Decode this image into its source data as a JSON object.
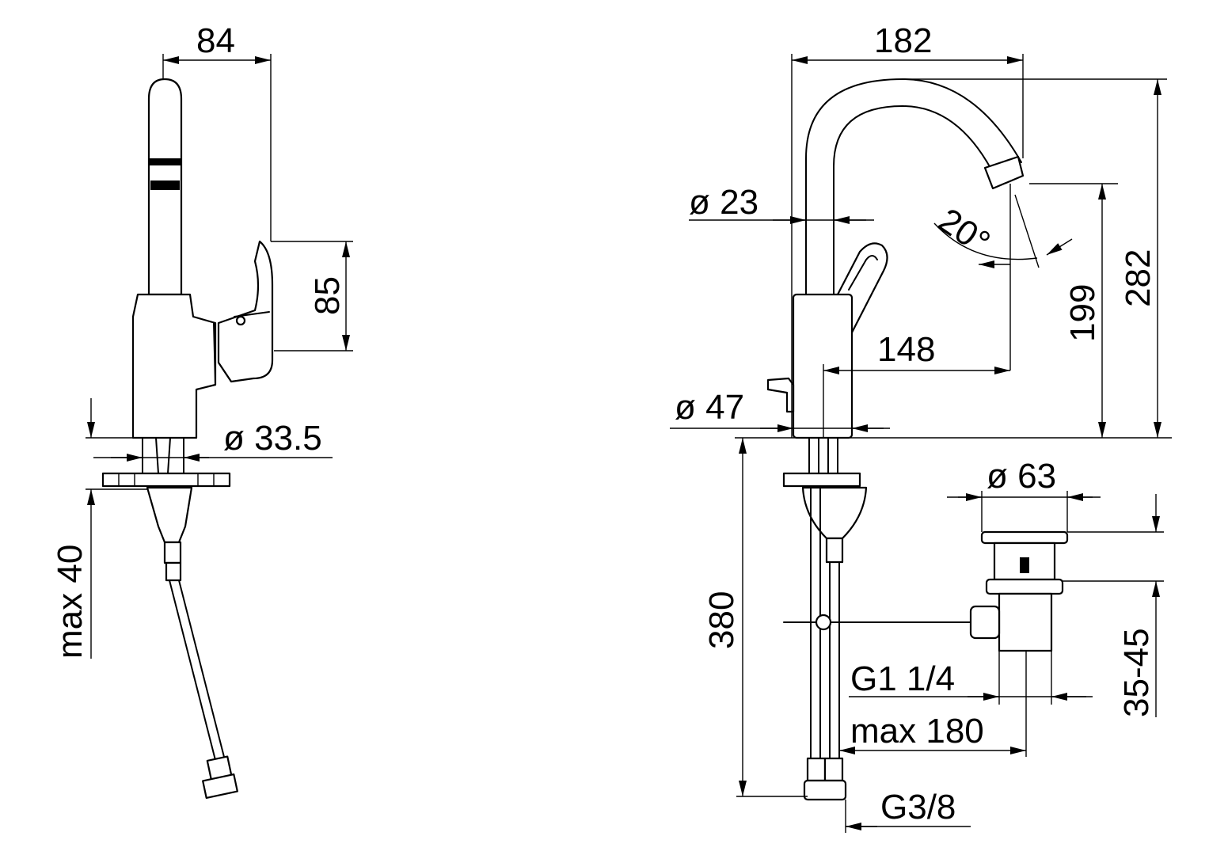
{
  "dimensions": {
    "side_width": "84",
    "lever_height": "85",
    "shank_diameter": "ø 33.5",
    "max_thickness": "max 40",
    "total_width": "182",
    "spout_diameter": "ø 23",
    "swivel_angle": "20°",
    "spout_reach": "148",
    "base_diameter": "ø 47",
    "outlet_height": "199",
    "total_height": "282",
    "hose_length": "380",
    "waste_diameter": "ø 63",
    "waste_range": "35-45",
    "waste_thread": "G1 1/4",
    "rod_length": "max 180",
    "connection_thread": "G3/8"
  }
}
